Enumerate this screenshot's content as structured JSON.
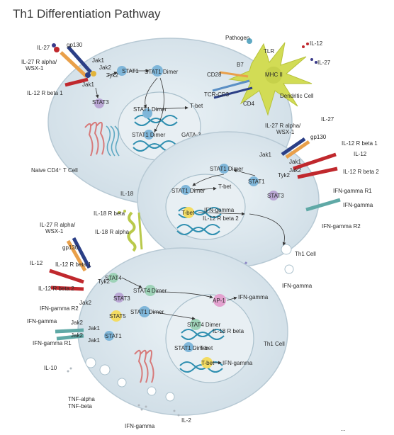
{
  "title": "Th1 Differentiation Pathway",
  "footer": "…",
  "cells": {
    "naive": "Naive CD4⁺ T Cell",
    "dendritic": "Dendritic Cell",
    "th1_mid": "Th1 Cell",
    "th1_bottom": "Th1 Cell"
  },
  "labels": {
    "il27_a": "IL-27",
    "gp130_a": "gp130",
    "il27r_a": "IL-27 R alpha/",
    "wsx_a": "WSX-1",
    "jak1_a": "Jak1",
    "jak2_a": "Jak2",
    "tyk2_a": "Tyk2",
    "jak1_a2": "Jak1",
    "il12rb1_a": "IL-12 R beta 1",
    "stat3_a": "STAT3",
    "stat1_a": "STAT1",
    "stat1dimer_a": "STAT1 Dimer",
    "stat1dimer_nuc_a": "STAT1 Dimer",
    "tbet_a": "T-bet",
    "stat1dimer_nuc_b": "STAT1 Dimer",
    "gata3": "GATA-3",
    "pathogen": "Pathogen",
    "tlr": "TLR",
    "il12_top": "IL-12",
    "il27_top": "IL-27",
    "b7": "B7",
    "cd28": "CD28",
    "mhc": "MHC II",
    "tcr": "TCR-CD3",
    "cd4": "CD4",
    "il27_b": "IL-27",
    "il27r_b": "IL-27 R alpha/",
    "wsx_b": "WSX-1",
    "gp130_b": "gp130",
    "jak1_b": "Jak1",
    "jak1_b2": "Jak1",
    "jak2_b": "Jak2",
    "tyk2_b": "Tyk2",
    "il12rb1_b": "IL-12 R beta 1",
    "il12_b": "IL-12",
    "il12rb2_b": "IL-12 R beta 2",
    "stat1dimer_b": "STAT1 Dimer",
    "stat1_b": "STAT1",
    "stat3_b": "STAT3",
    "stat1dimer_nuc_c": "STAT1 Dimer",
    "tbet_b": "T-bet",
    "tbet_c": "T-bet",
    "ifng_b": "IFN-gamma",
    "il12rb2_nuc": "IL-12 R beta 2",
    "ifngr1_b": "IFN-gamma R1",
    "ifngr2_b": "IFN-gamma R2",
    "ifng_r_b": "IFN-gamma",
    "il18": "IL-18",
    "il18rb": "IL-18 R beta",
    "il18ra": "IL-18 R alpha",
    "il27r_c": "IL-27 R alpha/",
    "wsx_c": "WSX-1",
    "gp130_c": "gp130",
    "il12_c": "IL-12",
    "il12rb1_c": "IL-12 R beta 1",
    "il12rb2_c": "IL-12 R beta 2",
    "tyk2_c": "Tyk2",
    "jak2_c": "Jak2",
    "stat4": "STAT4",
    "stat4dimer": "STAT4 Dimer",
    "stat3_c": "STAT3",
    "stat5": "STAT5",
    "stat1dimer_c": "STAT1 Dimer",
    "ap1": "AP-1",
    "ifng_c": "IFN-gamma",
    "stat4dimer_nuc": "STAT4 Dimer",
    "il18rb_nuc": "IL-18 R beta",
    "stat1dimer_nuc_d": "STAT1 Dimer",
    "tbet_d": "T-bet",
    "tbet_e": "T-bet",
    "ifng_d": "IFN-gamma",
    "ifngr2_c": "IFN-gamma R2",
    "ifng_left": "IFN-gamma",
    "ifngr1_c": "IFN-gamma R1",
    "jak2_d": "Jak2",
    "jak1_d": "Jak1",
    "jak2_d2": "Jak2",
    "jak1_d2": "Jak1",
    "stat1_c": "STAT1",
    "il10": "IL-10",
    "ifng_secr": "IFN-gamma",
    "tnfa": "TNF-alpha",
    "tnfb": "TNF-beta",
    "ifng_bottom": "IFN-gamma",
    "il2": "IL-2"
  },
  "colors": {
    "cell_fill": "#dfe9ef",
    "nucleus_fill": "#e8eff3",
    "dna": "#2f8fb0",
    "stat_blue": "#7fb6d9",
    "stat_purple": "#b9a6d4",
    "tbet_yellow": "#f3dc62",
    "ap1_pink": "#e3a2cf",
    "dendritic": "#d2dc55",
    "receptor_red": "#c0282d",
    "receptor_orange": "#e9a04a",
    "receptor_navy": "#2b3f86",
    "arrow_purple": "#8f8ac7"
  },
  "icons": [
    "dna-helix-icon",
    "golgi-icon",
    "vesicle-icon",
    "receptor-chain-icon"
  ]
}
